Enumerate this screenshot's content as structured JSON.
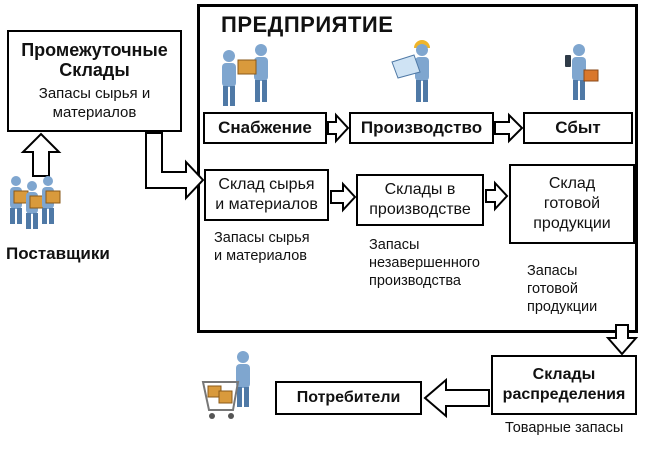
{
  "enterprise": {
    "title": "ПРЕДПРИЯТИЕ"
  },
  "intermediate": {
    "title_line1": "Промежуточные",
    "title_line2": "Склады",
    "desc_line1": "Запасы сырья и",
    "desc_line2": "материалов"
  },
  "suppliers": {
    "label": "Поставщики"
  },
  "stages": [
    "Снабжение",
    "Производство",
    "Сбыт"
  ],
  "warehouses": [
    {
      "line1": "Склад сырья",
      "line2": "и материалов"
    },
    {
      "line1": "Склады в",
      "line2": "производстве"
    },
    {
      "line1": "Склад",
      "line2": "готовой",
      "line3": "продукции"
    }
  ],
  "inventory_notes": [
    {
      "line1": "Запасы сырья",
      "line2": "и материалов"
    },
    {
      "line1": "Запасы",
      "line2": "незавершенного",
      "line3": "производства"
    },
    {
      "line1": "Запасы",
      "line2": "готовой",
      "line3": "продукции"
    }
  ],
  "distribution": {
    "line1": "Склады",
    "line2": "распределения",
    "note": "Товарные запасы"
  },
  "consumers": {
    "label": "Потребители"
  },
  "colors": {
    "figure": "#7fa6cf",
    "figure_dark": "#4f79a6",
    "box": "#d99a3c",
    "skin": "#e9c9a6",
    "helmet": "#f0b52a"
  }
}
